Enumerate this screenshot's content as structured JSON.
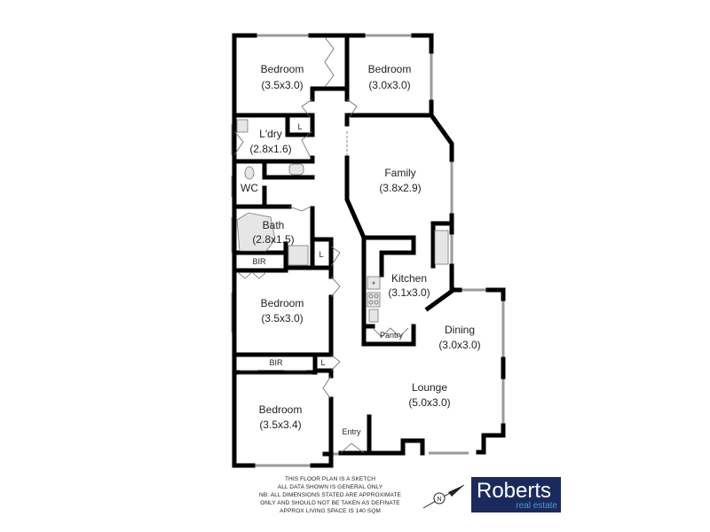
{
  "rooms": {
    "bedroom1": {
      "name": "Bedroom",
      "dims": "(3.5x3.0)"
    },
    "bedroom2": {
      "name": "Bedroom",
      "dims": "(3.0x3.0)"
    },
    "laundry": {
      "name": "L'dry",
      "dims": "(2.8x1.6)"
    },
    "wc": {
      "name": "WC"
    },
    "bath": {
      "name": "Bath",
      "dims": "(2.8x1.5)"
    },
    "family": {
      "name": "Family",
      "dims": "(3.8x2.9)"
    },
    "kitchen": {
      "name": "Kitchen",
      "dims": "(3.1x3.0)"
    },
    "pantry": {
      "name": "Pantry"
    },
    "dining": {
      "name": "Dining",
      "dims": "(3.0x3.0)"
    },
    "bedroom3": {
      "name": "Bedroom",
      "dims": "(3.5x3.0)"
    },
    "lounge": {
      "name": "Lounge",
      "dims": "(5.0x3.0)"
    },
    "bedroom4": {
      "name": "Bedroom",
      "dims": "(3.5x3.4)"
    },
    "entry": {
      "name": "Entry"
    }
  },
  "storage": {
    "bir1": "BIR",
    "bir2": "BIR",
    "linen_laundry": "L",
    "linen_bath": "L",
    "linen_bir": "L"
  },
  "disclaimer": [
    "THIS FLOOR PLAN IS A SKETCH",
    "ALL DATA SHOWN IS GENERAL ONLY",
    "NB: ALL DIMENSIONS STATED ARE APPROXIMATE",
    "ONLY AND SHOULD NOT BE TAKEN AS DEFINATE",
    "APPROX LIVING SPACE IS 140 SQM"
  ],
  "compass": {
    "label": "N"
  },
  "logo": {
    "name": "Roberts",
    "subtitle": "real estate",
    "bg_color": "#1b2a5e",
    "accent_color": "#f2b705",
    "subtitle_color": "#3b9fd8"
  }
}
